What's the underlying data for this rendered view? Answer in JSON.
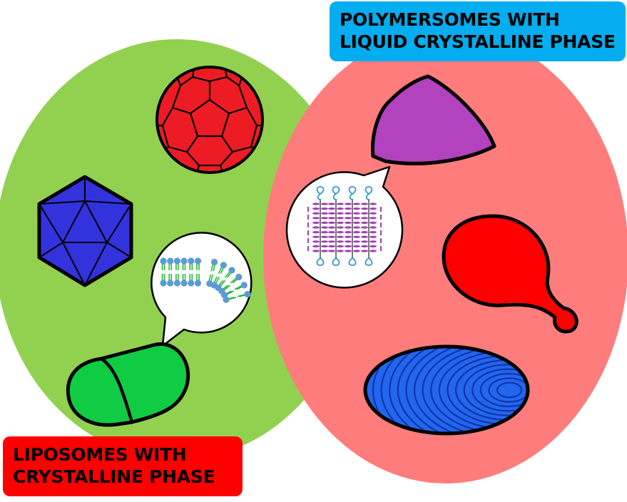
{
  "labels": {
    "polymersomes": {
      "line1": "POLYMERSOMES WITH",
      "line2": "LIQUID CRYSTALLINE PHASE"
    },
    "liposomes": {
      "line1": "LIPOSOMES WITH",
      "line2": "CRYSTALLINE PHASE"
    }
  },
  "colors": {
    "liposome_region": "#92d050",
    "polymersome_region": "#ff7c7c",
    "polymersome_label_bg": "#03adef",
    "liposome_label_bg": "#fe0000",
    "soccer_ball": "#ed1c24",
    "icosahedron": "#3333dd",
    "capsule": "#10cc44",
    "shield": "#b242be",
    "teardrop": "#fe0000",
    "ellipsoid": "#2266ee",
    "lipid_head": "#5b9bd5",
    "lipid_tail": "#22bb33",
    "mesogen": "#a040b0",
    "polymer_chain": "#3399cc"
  },
  "shapes": [
    "soccer-ball-vesicle",
    "icosahedral-vesicle",
    "capsule-vesicle",
    "faceted-shield-vesicle",
    "teardrop-vesicle",
    "striped-ellipsoid-vesicle"
  ]
}
